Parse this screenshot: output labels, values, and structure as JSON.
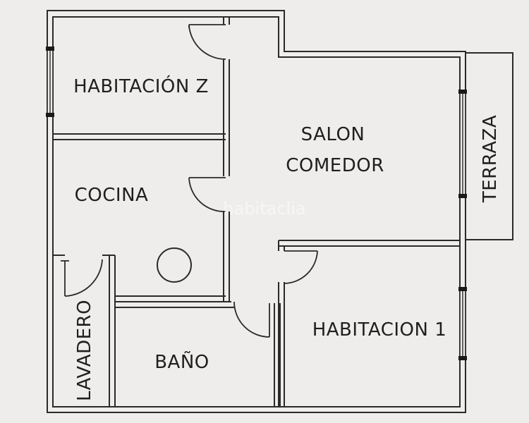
{
  "rooms": {
    "habitacion2": "HABITACIÓN Z",
    "salon_line1": "SALON",
    "salon_line2": "COMEDOR",
    "terraza": "TERRAZA",
    "cocina": "COCINA",
    "lavadero": "LAVADERO",
    "bano": "BAÑO",
    "habitacion1": "HABITACION 1"
  },
  "watermark": "habitaclia",
  "colors": {
    "background": "#eeedeb",
    "walls": "#2a2a2a",
    "text": "#1f1f1f"
  }
}
